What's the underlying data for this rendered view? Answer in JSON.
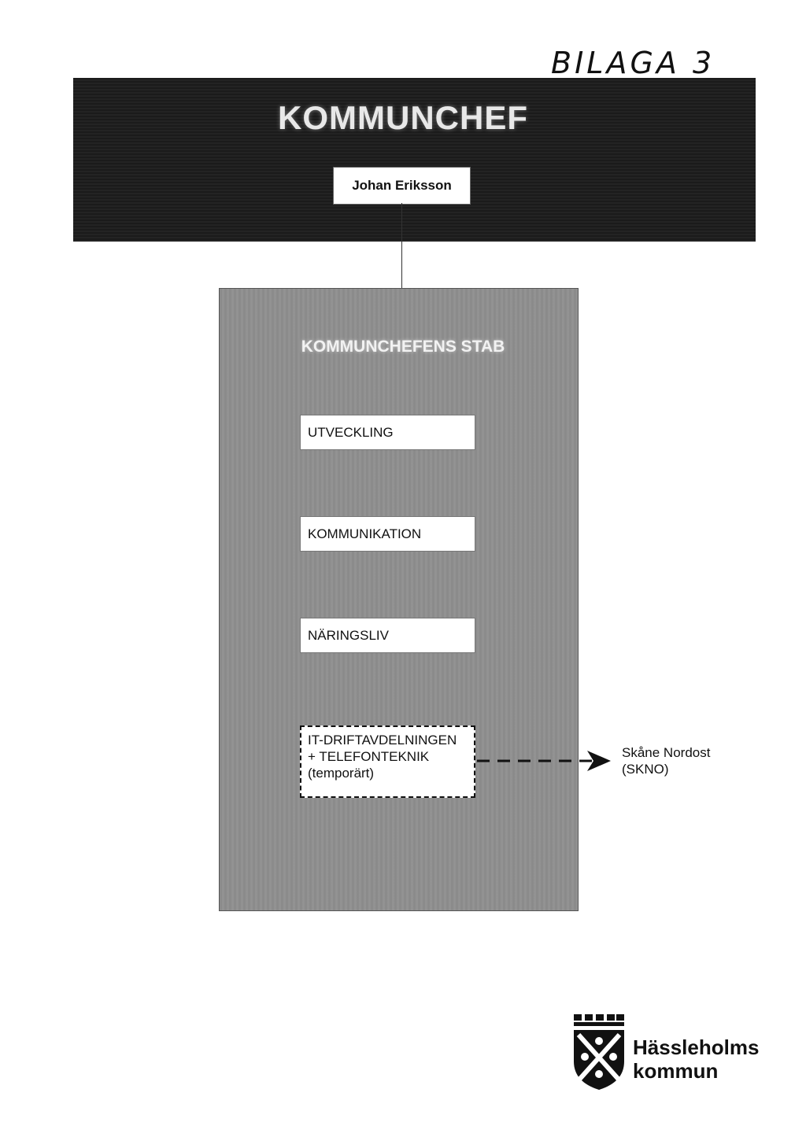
{
  "annotation": "BILAGA 3",
  "chief": {
    "title": "KOMMUNCHEF",
    "name": "Johan Eriksson"
  },
  "staff": {
    "title": "KOMMUNCHEFENS STAB",
    "units": [
      "UTVECKLING",
      "KOMMUNIKATION",
      "NÄRINGSLIV"
    ],
    "it_unit": {
      "lines": [
        "IT-DRIFTAVDELNINGEN",
        "+ TELEFONTEKNIK",
        "(temporärt)"
      ]
    }
  },
  "external": {
    "lines": [
      "Skåne Nordost",
      "(SKNO)"
    ]
  },
  "logo": {
    "lines": [
      "Hässleholms",
      "kommun"
    ]
  },
  "colors": {
    "top_band": "#1c1c1c",
    "stab_panel": "#8f8f8f",
    "box_fill": "#ffffff"
  }
}
